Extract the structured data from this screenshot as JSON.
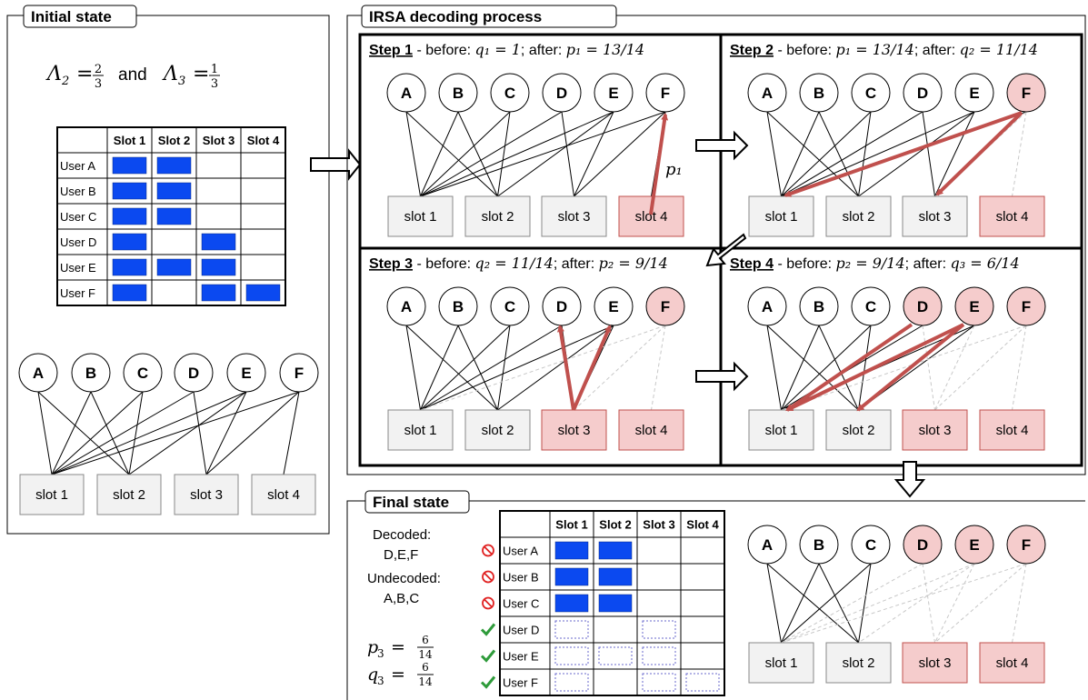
{
  "panels": {
    "initial": "Initial state",
    "process": "IRSA decoding process",
    "final": "Final state"
  },
  "degree_distribution": {
    "text": "and",
    "lambda2": "2/3",
    "lambda3": "1/3"
  },
  "users": [
    "A",
    "B",
    "C",
    "D",
    "E",
    "F"
  ],
  "slots": [
    "slot 1",
    "slot 2",
    "slot 3",
    "slot 4"
  ],
  "table": {
    "headers": [
      "Slot 1",
      "Slot 2",
      "Slot 3",
      "Slot 4"
    ],
    "rows": [
      {
        "user": "User A",
        "packets": [
          1,
          1,
          0,
          0
        ]
      },
      {
        "user": "User B",
        "packets": [
          1,
          1,
          0,
          0
        ]
      },
      {
        "user": "User C",
        "packets": [
          1,
          1,
          0,
          0
        ]
      },
      {
        "user": "User D",
        "packets": [
          1,
          0,
          1,
          0
        ]
      },
      {
        "user": "User E",
        "packets": [
          1,
          1,
          1,
          0
        ]
      },
      {
        "user": "User F",
        "packets": [
          1,
          0,
          1,
          1
        ]
      }
    ]
  },
  "connections": {
    "A": [
      1,
      2
    ],
    "B": [
      1,
      2
    ],
    "C": [
      1,
      2
    ],
    "D": [
      1,
      3
    ],
    "E": [
      1,
      2,
      3
    ],
    "F": [
      1,
      3,
      4
    ]
  },
  "steps": [
    {
      "label": "Step 1",
      "before_txt": " - before: ",
      "before_math": "q₁ = 1",
      "after_txt": "; after: ",
      "after_math": "p₁ = 13/14",
      "decoded_users": [],
      "decoded_slots": [
        "slot 4"
      ],
      "arrow_label": "p₁"
    },
    {
      "label": "Step 2",
      "before_txt": " - before: ",
      "before_math": "p₁ = 13/14",
      "after_txt": "; after: ",
      "after_math": "q₂ = 11/14",
      "decoded_users": [
        "F"
      ],
      "decoded_slots": [
        "slot 4"
      ]
    },
    {
      "label": "Step 3",
      "before_txt": " - before: ",
      "before_math": "q₂ = 11/14",
      "after_txt": "; after: ",
      "after_math": "p₂ = 9/14",
      "decoded_users": [
        "F"
      ],
      "decoded_slots": [
        "slot 3",
        "slot 4"
      ]
    },
    {
      "label": "Step 4",
      "before_txt": " - before: ",
      "before_math": "p₂ = 9/14",
      "after_txt": "; after: ",
      "after_math": "q₃ = 6/14",
      "decoded_users": [
        "D",
        "E",
        "F"
      ],
      "decoded_slots": [
        "slot 3",
        "slot 4"
      ]
    }
  ],
  "final": {
    "decoded_label": "Decoded:",
    "decoded_users": "D,E,F",
    "undecoded_label": "Undecoded:",
    "undecoded_users": "A,B,C",
    "p3": "6/14",
    "q3": "6/14",
    "row_status": [
      "failed",
      "failed",
      "failed",
      "ok",
      "ok",
      "ok"
    ]
  },
  "colors": {
    "packet": "#0b49f0",
    "decoded": "#f5cccc",
    "decoded_stroke": "#c0504d",
    "arrow": "#c0504d",
    "slot": "#f2f2f2"
  }
}
